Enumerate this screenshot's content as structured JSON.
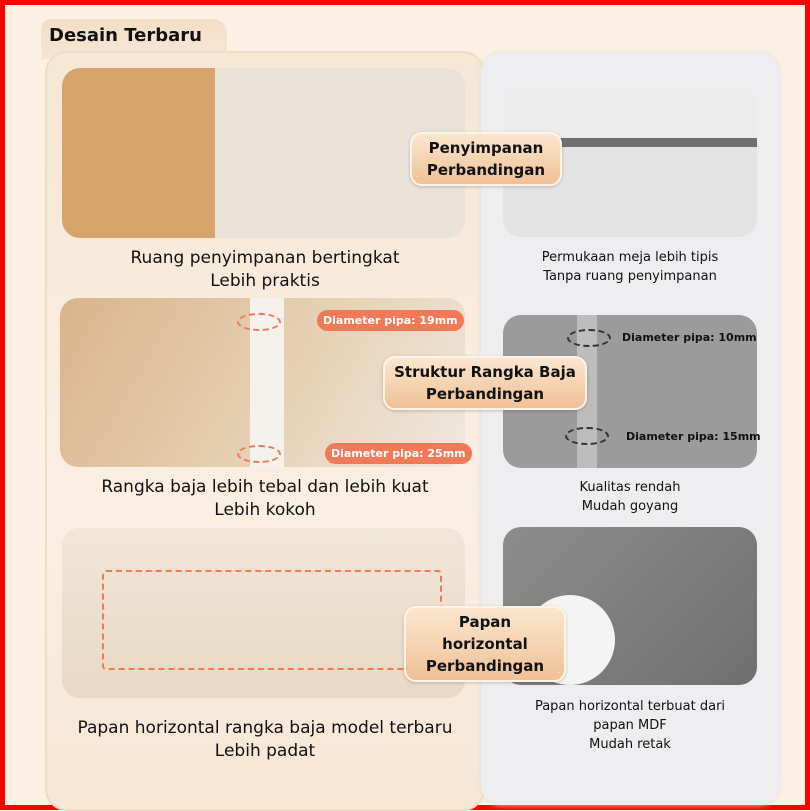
{
  "tab_title": "Desain Terbaru",
  "sections": [
    {
      "badge": [
        "Penyimpanan",
        "Perbandingan"
      ],
      "left_caption": [
        "Ruang penyimpanan bertingkat",
        "Lebih praktis"
      ],
      "right_caption": [
        "Permukaan meja lebih tipis",
        "Tanpa ruang penyimpanan"
      ]
    },
    {
      "badge": [
        "Struktur Rangka Baja",
        "Perbandingan"
      ],
      "left_caption": [
        "Rangka baja lebih tebal dan lebih kuat",
        "Lebih kokoh"
      ],
      "right_caption": [
        "Kualitas rendah",
        "Mudah goyang"
      ],
      "left_labels": [
        "Diameter pipa: 19mm",
        "Diameter pipa: 25mm"
      ],
      "right_labels": [
        "Diameter pipa: 10mm",
        "Diameter pipa: 15mm"
      ]
    },
    {
      "badge": [
        "Papan  horizontal",
        "Perbandingan"
      ],
      "left_caption": [
        "Papan horizontal rangka baja model terbaru",
        "Lebih padat"
      ],
      "right_caption": [
        "Papan horizontal terbuat dari",
        "papan MDF",
        "Mudah retak"
      ]
    }
  ]
}
